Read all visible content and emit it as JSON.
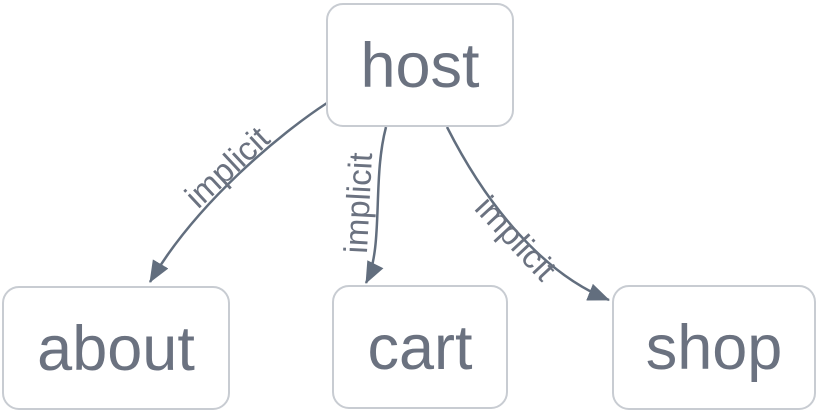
{
  "graph": {
    "nodes": [
      {
        "id": "host",
        "label": "host"
      },
      {
        "id": "about",
        "label": "about"
      },
      {
        "id": "cart",
        "label": "cart"
      },
      {
        "id": "shop",
        "label": "shop"
      }
    ],
    "edges": [
      {
        "from": "host",
        "to": "about",
        "label": "implicit"
      },
      {
        "from": "host",
        "to": "cart",
        "label": "implicit"
      },
      {
        "from": "host",
        "to": "shop",
        "label": "implicit"
      }
    ],
    "colors": {
      "background": "#ffffff",
      "node_fill": "#ffffff",
      "node_border": "#c8ccd2",
      "node_text": "#6b7280",
      "edge_stroke": "#626e7e",
      "edge_label_text": "#6b7280"
    }
  }
}
